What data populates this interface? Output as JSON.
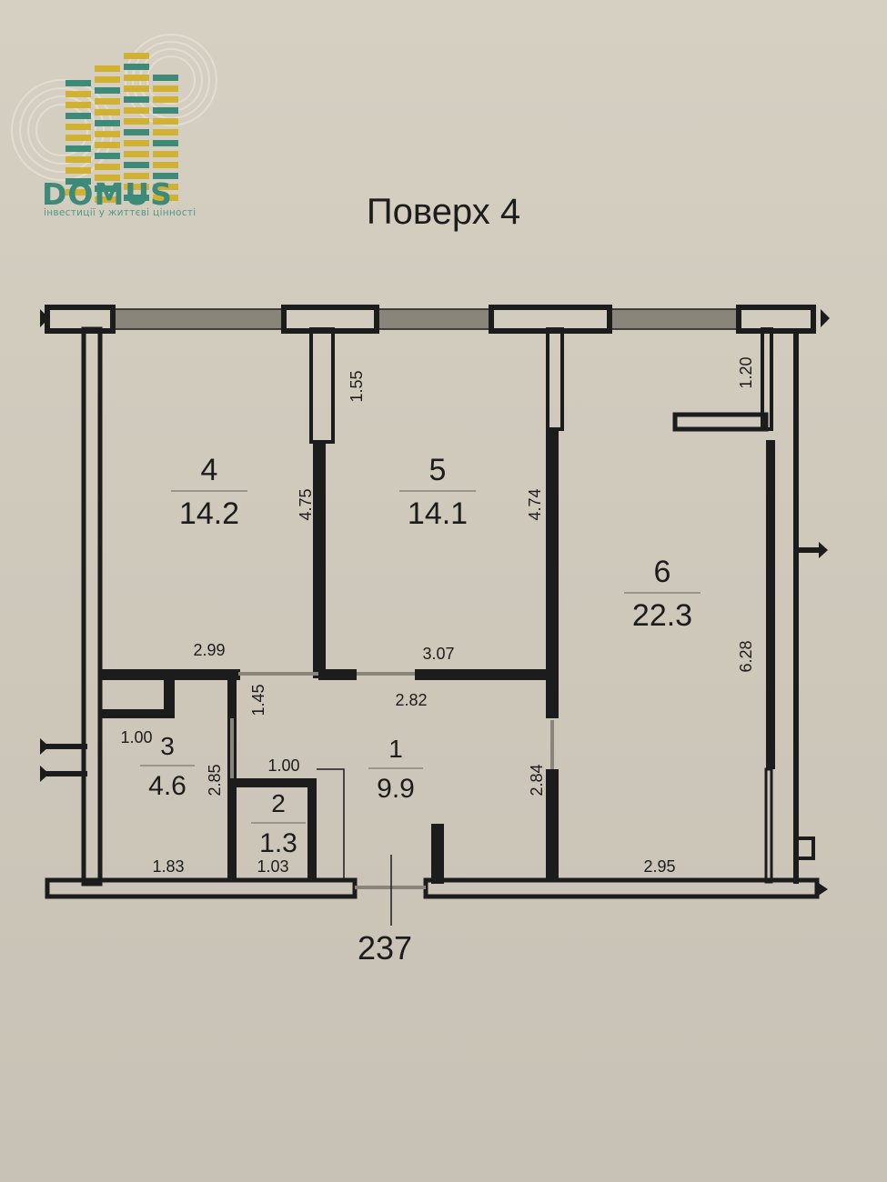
{
  "logo": {
    "word": "DOMUS",
    "tagline": "інвестиції у життєві цінності",
    "colors": {
      "yellow": "#d1b132",
      "green": "#3d8a78"
    }
  },
  "title": "Поверх 4",
  "entrance": "237",
  "rooms": [
    {
      "number": "4",
      "area": "14.2"
    },
    {
      "number": "5",
      "area": "14.1"
    },
    {
      "number": "6",
      "area": "22.3"
    },
    {
      "number": "3",
      "area": "4.6"
    },
    {
      "number": "2",
      "area": "1.3"
    },
    {
      "number": "1",
      "area": "9.9"
    }
  ],
  "dimensions": [
    "1.55",
    "1.20",
    "4.75",
    "4.74",
    "2.99",
    "3.07",
    "2.82",
    "6.28",
    "1.45",
    "1.00",
    "2.85",
    "1.00",
    "2.84",
    "1.83",
    "1.03",
    "2.95"
  ],
  "colors": {
    "wall": "#1c1c1c",
    "window": "#8a857b",
    "paper": "#d3cdc0"
  }
}
